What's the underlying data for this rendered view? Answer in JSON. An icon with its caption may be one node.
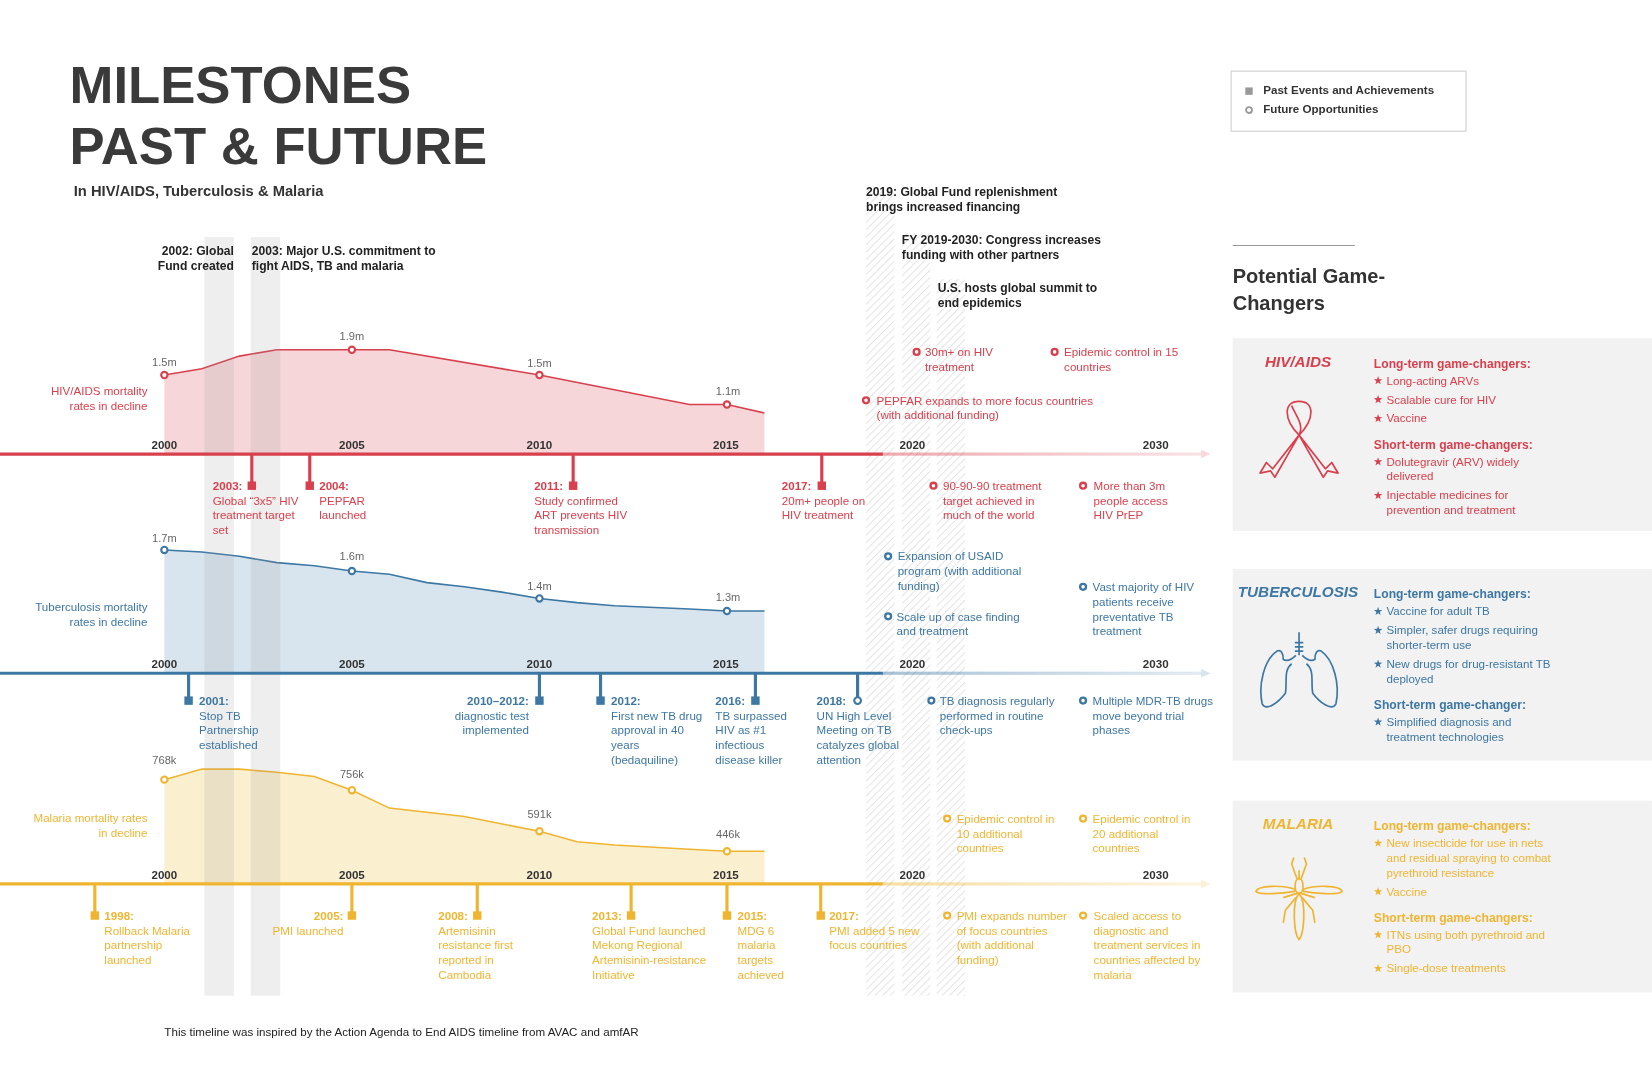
{
  "diagram": {
    "title": "MILESTONES PAST & FUTURE",
    "caption": "This timeline was inspired by the Action Agenda to End AIDS timeline from AVAC and amfAR",
    "nodes": [
      {
        "text": [
          "HIV/AIDS",
          "Long-term game-changers:",
          "Long-acting ARVs",
          "Scalable cure for HIV",
          "Vaccine",
          "Short-term game-changers:",
          "Dolutegravir (ARV) widely delivered",
          "Injectable medicines for prevention and treatment"
        ]
      },
      {
        "text": [
          "TUBERCULOSIS",
          "Long-term game-changers:",
          "Vaccine for adult TB",
          "Simpler, safer drugs requiring shorter-term use",
          "New drugs for drug-resistant TB deployed",
          "Short-term game-changer:",
          "Simplified diagnosis and treatment technologies"
        ]
      },
      {
        "text": [
          "MALARIA",
          "Long-term game-changers:",
          "New insecticide for use in nets and residual spraying to combat pyrethroid resistance",
          "Vaccine",
          "Short-term game-changers:",
          "ITNs using both pyrethroid and PBO",
          "Single-dose treatments"
        ]
      }
    ],
    "labels": [
      "In HIV/AIDS, Tuberculosis & Malaria",
      "2002: Global Fund created",
      "2003: Major U.S. commitment to fight AIDS, TB and malaria",
      "2019: Global Fund replenishment brings increased financing",
      "FY 2019-2030: Congress increases funding with other partners",
      "U.S. hosts global summit to end epidemics",
      "1.5m",
      "1.9m",
      "1.5m",
      "1.1m",
      "HIV/AIDS mortality rates in decline",
      "2000",
      "2005",
      "2010",
      "2015",
      "2020",
      "2030",
      "30m+ on HIV treatment",
      "Epidemic control in 15 countries",
      "PEPFAR expands to more focus countries (with additional funding)",
      "**2003:** Global “3x5” HIV treatment target set",
      "**2004:** PEPFAR launched",
      "**2011:** Study confirmed ART prevents HIV transmission",
      "**2017:** 20m+ people on HIV treatment",
      "90-90-90 treatment target achieved in much of the world",
      "More than 3m people access HIV PrEP",
      "1.7m",
      "1.6m",
      "1.4m",
      "1.3m",
      "Tuberculosis mortality rates in decline",
      "2000",
      "2005",
      "2010",
      "2015",
      "2020",
      "2030",
      "Expansion of USAID program (with additional funding)",
      "Scale up of case finding and treatment",
      "Vast majority of HIV patients receive preventative TB treatment",
      "**2001:** Stop TB Partnership established",
      "**2010–2012:** diagnostic test implemented",
      "**2012:** First new TB drug approval in 40 years (bedaquiline)",
      "**2016:** TB surpassed HIV as #1 infectious disease killer",
      "**2018:** UN High Level Meeting on TB catalyzes global attention",
      "TB diagnosis regularly performed in routine check-ups",
      "Multiple MDR-TB drugs move beyond trial phases",
      "768k",
      "756k",
      "591k",
      "446k",
      "Malaria mortality rates in decline",
      "2000",
      "2005",
      "2010",
      "2015",
      "2020",
      "2030",
      "Epidemic control in 10 additional countries",
      "Epidemic control in 20 additional countries",
      "**1998:** Rollback Malaria partnership launched",
      "**2005:** PMI launched",
      "**2008:** Artemisinin resistance first reported in Cambodia",
      "**2013:** Global Fund launched Mekong Regional Artemisinin-resistance Initiative",
      "**2015:** MDG 6 malaria targets achieved",
      "**2017:** PMI added 5 new focus countries",
      "PMI expands number of focus countries (with additional funding)",
      "Scaled access to diagnostic and treatment services in countries affected by malaria",
      "Potential Game-Changers"
    ],
    "legend": [
      {
        "text": "Past Events and Achievements"
      },
      {
        "text": "Future Opportunities"
      }
    ]
  }
}
